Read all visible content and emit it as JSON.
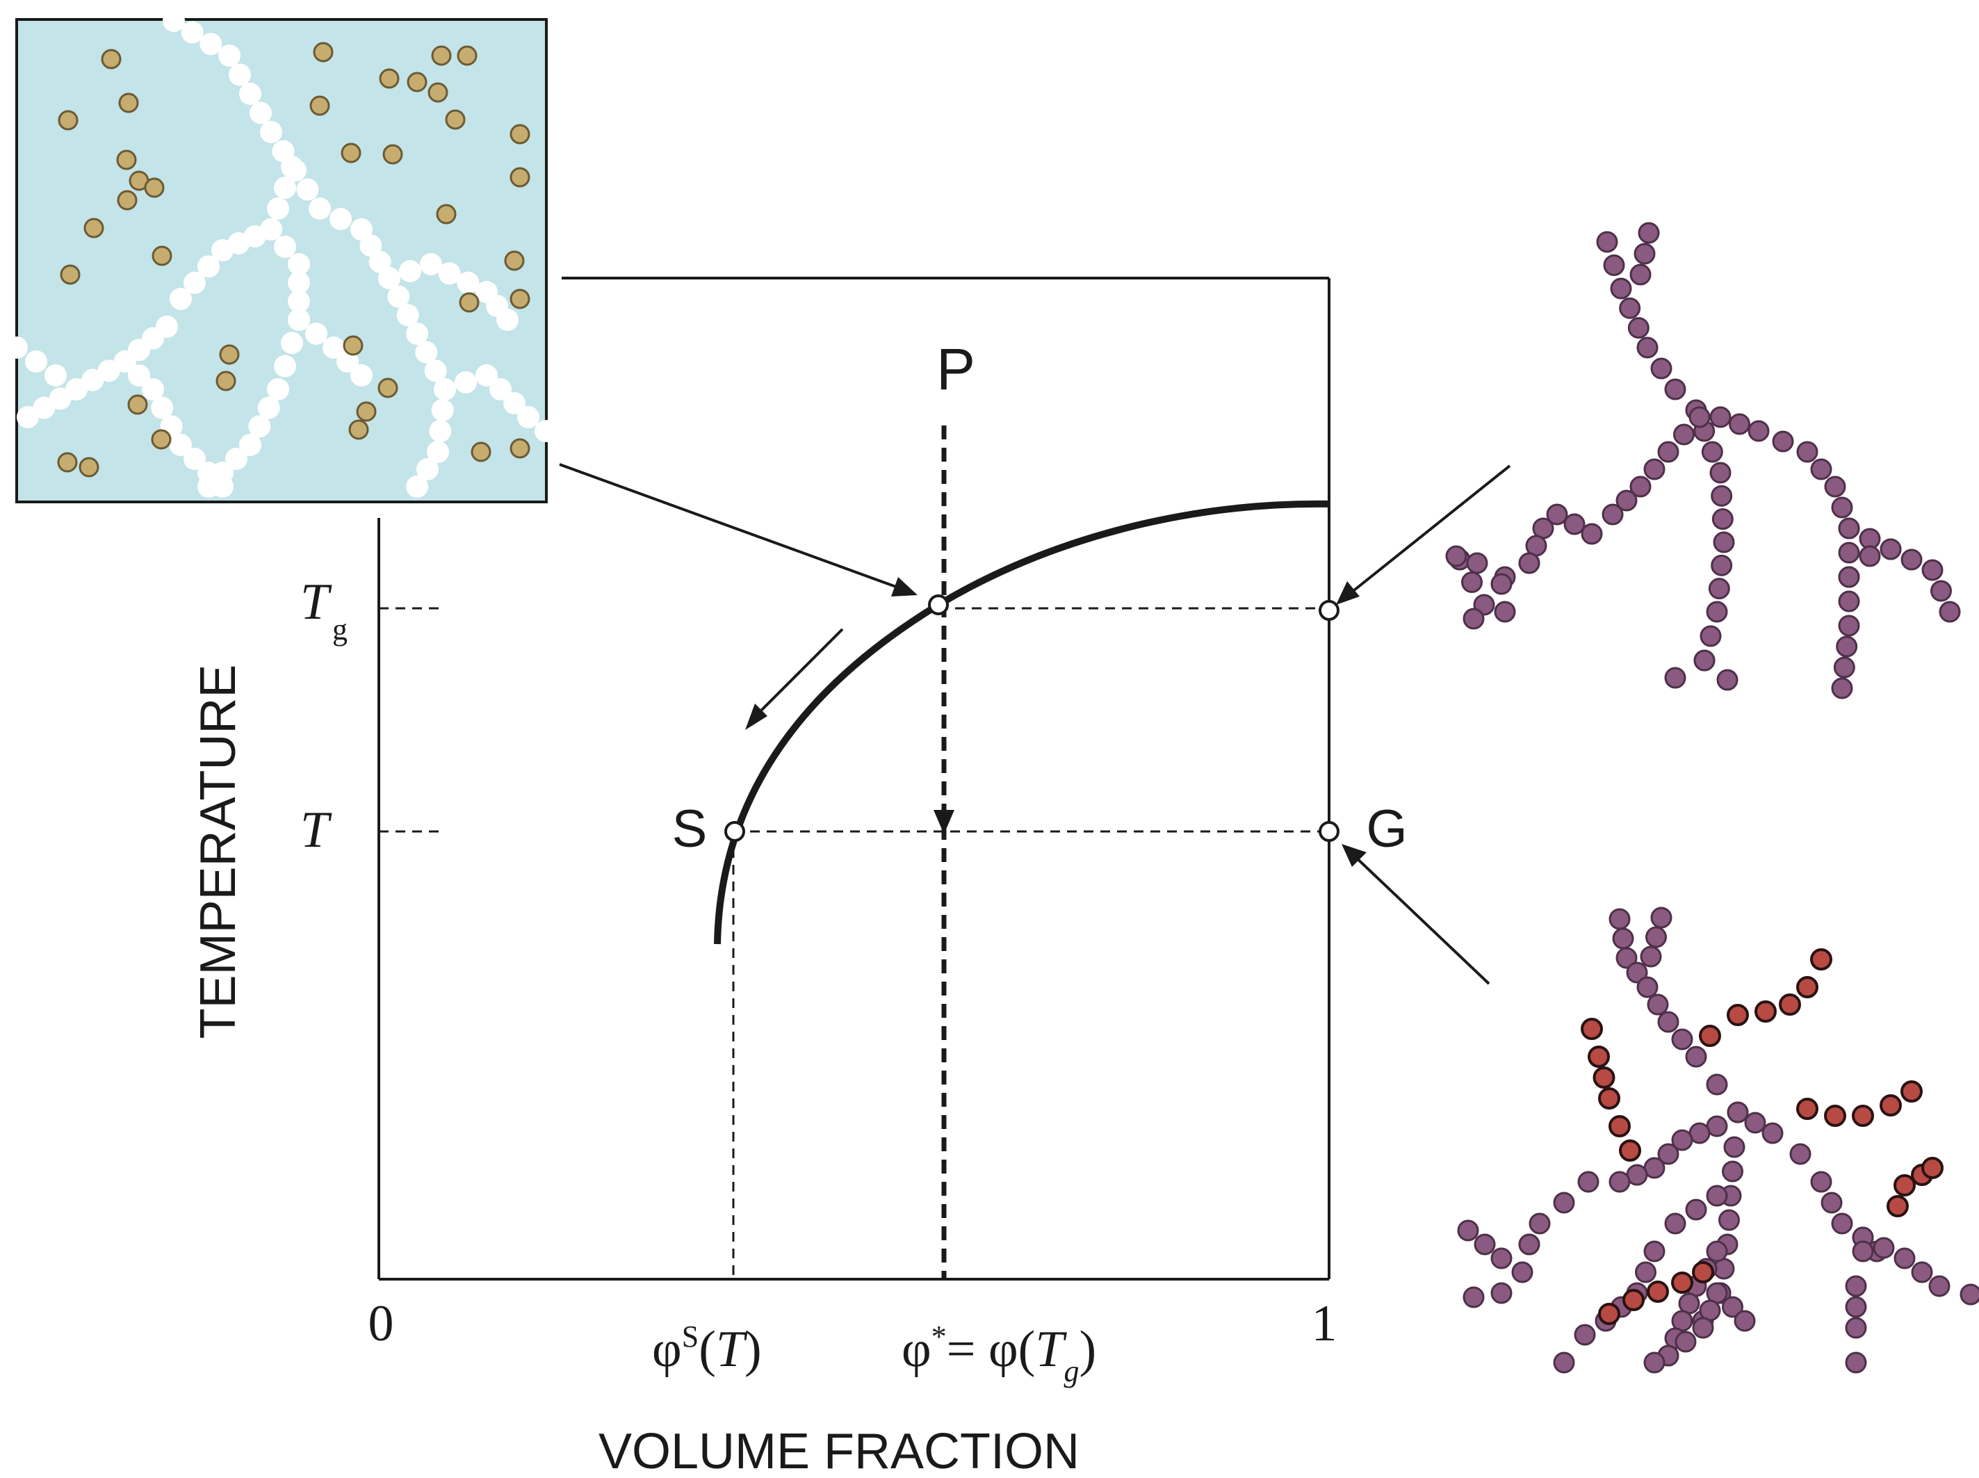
{
  "diagram": {
    "axes": {
      "x_label": "VOLUME FRACTION",
      "y_label": "TEMPERATURE",
      "x_tick_0": "0",
      "x_tick_1": "1"
    },
    "y_ticks": {
      "tg_T": "T",
      "tg_sub": "g",
      "t": "T"
    },
    "x_ticks": {
      "phi_s_phi": "φ",
      "phi_s_sup": "S",
      "phi_s_open": "(",
      "phi_s_T": "T",
      "phi_s_close": ")",
      "phi_star_phi": "φ",
      "phi_star_sup": "*",
      "phi_star_eq": "= φ(",
      "phi_star_T": "T",
      "phi_star_sub": "g",
      "phi_star_close": ")"
    },
    "point_labels": {
      "p": "P",
      "s": "S",
      "g": "G"
    },
    "colors": {
      "sol_background": "#c3e4e8",
      "sol_particle": "#c6ad6f",
      "gel_network": "#ffffff",
      "cluster_bead": "#8a5a80",
      "highlight_bead": "#b84a44"
    }
  }
}
